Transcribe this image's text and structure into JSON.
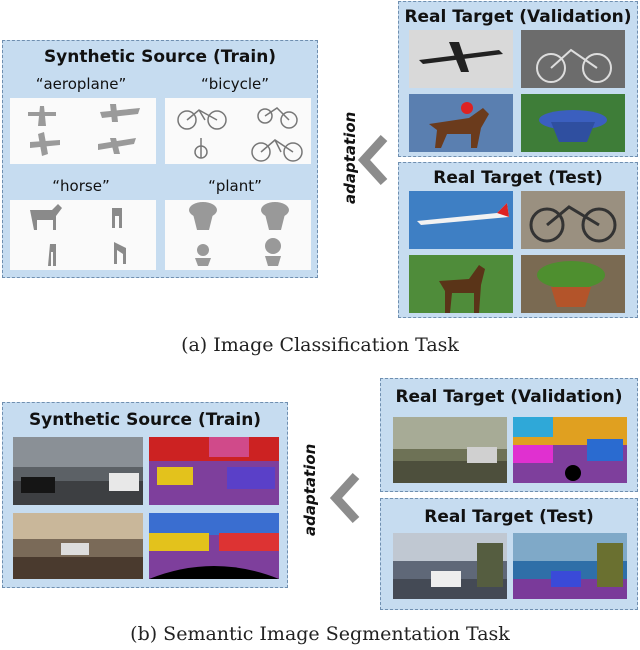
{
  "classification": {
    "source_title": "Synthetic Source (Train)",
    "categories": [
      "“aeroplane”",
      "“bicycle”",
      "“horse”",
      "“plant”"
    ],
    "validation_title": "Real Target (Validation)",
    "test_title": "Real Target (Test)",
    "adaptation_label": "adaptation",
    "caption": "(a) Image Classification Task"
  },
  "segmentation": {
    "source_title": "Synthetic Source (Train)",
    "validation_title": "Real Target (Validation)",
    "test_title": "Real Target (Test)",
    "adaptation_label": "adaptation",
    "caption": "(b) Semantic Image Segmentation Task"
  }
}
